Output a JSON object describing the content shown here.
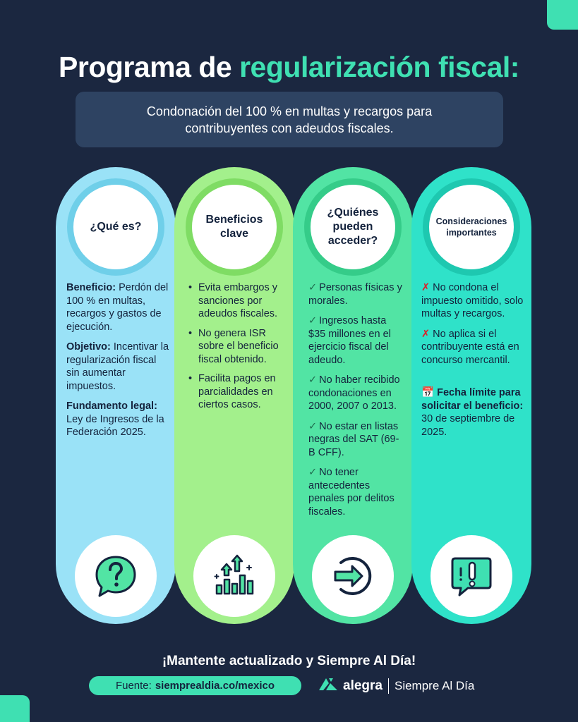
{
  "title": {
    "part1": "Programa de",
    "part2": "regularización fiscal:"
  },
  "subtitle": "Condonación del 100 % en multas y recargos para contribuyentes con adeudos fiscales.",
  "columns": [
    {
      "heading": "¿Qué es?",
      "items": [
        {
          "label": "Beneficio:",
          "text": "Perdón del 100 % en multas, recargos y gastos de ejecución."
        },
        {
          "label": "Objetivo:",
          "text": "Incentivar la regularización fiscal sin aumentar impuestos."
        },
        {
          "label": "Fundamento legal:",
          "text": "Ley de Ingresos de la Federación 2025."
        }
      ],
      "icon": "question-bubble-icon"
    },
    {
      "heading": "Beneficios clave",
      "items": [
        "Evita embargos y sanciones por adeudos fiscales.",
        "No genera ISR sobre el beneficio fiscal obtenido.",
        "Facilita pagos en parcialidades en ciertos casos."
      ],
      "icon": "growth-chart-icon"
    },
    {
      "heading": "¿Quiénes pueden acceder?",
      "items": [
        "Personas físicas y morales.",
        "Ingresos hasta $35 millones en el ejercicio fiscal del adeudo.",
        "No haber recibido condonaciones en 2000, 2007 o 2013.",
        "No estar en listas negras del SAT (69-B CFF).",
        "No tener antecedentes penales por delitos fiscales."
      ],
      "icon": "enter-arrow-icon"
    },
    {
      "heading": "Consideraciones importantes",
      "items": [
        "No condona el impuesto omitido, solo multas y recargos.",
        "No aplica si el contribuyente está en concurso mercantil."
      ],
      "deadline": {
        "label": "Fecha límite para solicitar el beneficio:",
        "text": "30 de septiembre de 2025."
      },
      "icon": "alert-bubble-icon"
    }
  ],
  "footer": {
    "cta": "¡Mantente actualizado y Siempre Al Día!",
    "source_label": "Fuente:",
    "source_url": "siemprealdia.co/mexico",
    "brand": "alegra",
    "brand_tagline": "Siempre Al Día"
  },
  "colors": {
    "background": "#1b2740",
    "accent": "#3fe0b2",
    "col1": "#9ae2f7",
    "col2": "#a3f08c",
    "col3": "#52e4a4",
    "col4": "#2fe2c9"
  }
}
